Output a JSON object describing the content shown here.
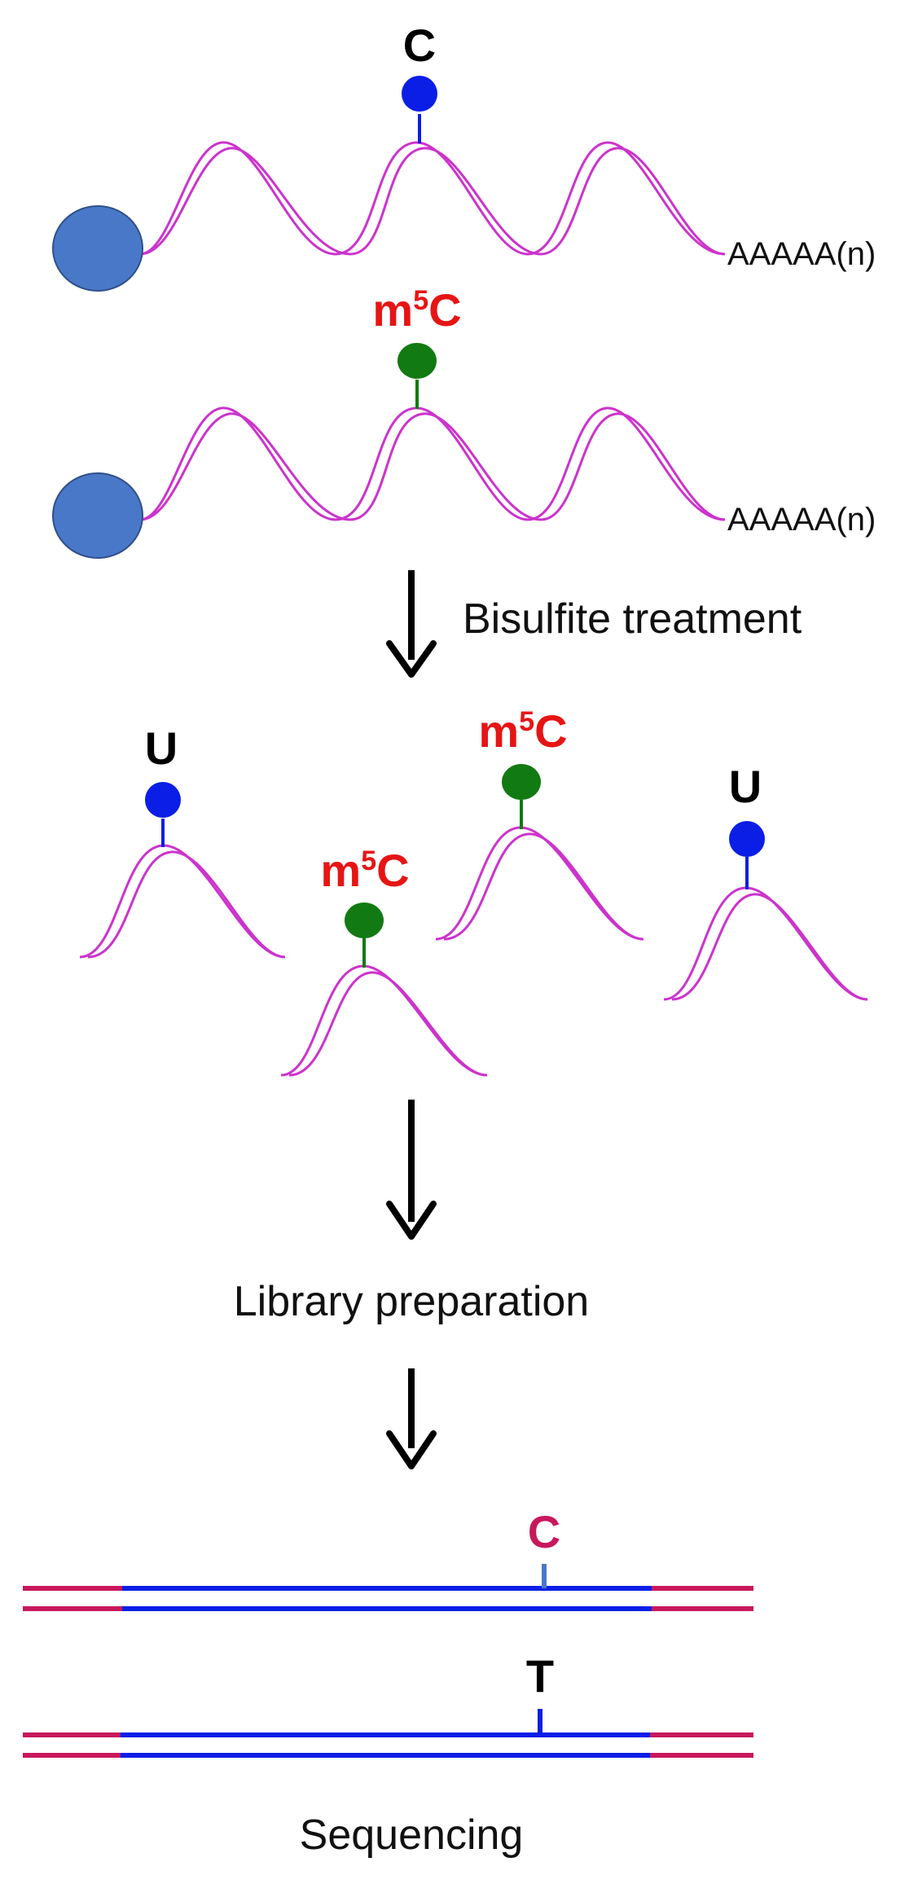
{
  "colors": {
    "strand": "#cc33cc",
    "cap": "#4a78c8",
    "cap_stroke": "#2f4f8a",
    "unmodified_base": "#0a1ee6",
    "methylated_base": "#127a12",
    "label_black": "#000000",
    "label_red": "#e61515",
    "label_crimson": "#c8185c",
    "read_blue": "#0a1ee6",
    "adapter": "#c8185c"
  },
  "rna_top": {
    "base_label": "C",
    "polyA": "AAAAA(n)"
  },
  "rna_bottom": {
    "base_label_main": "m",
    "base_label_sup": "5",
    "base_label_end": "C",
    "polyA": "AAAAA(n)"
  },
  "step1": {
    "label": "Bisulfite treatment"
  },
  "fragments": [
    {
      "label": "U"
    },
    {
      "label_main": "m",
      "label_sup": "5",
      "label_end": "C"
    },
    {
      "label_main": "m",
      "label_sup": "5",
      "label_end": "C"
    },
    {
      "label": "U"
    }
  ],
  "step2": {
    "label": "Library preparation"
  },
  "reads": [
    {
      "label": "C"
    },
    {
      "label": "T"
    }
  ],
  "step3": {
    "label": "Sequencing"
  }
}
